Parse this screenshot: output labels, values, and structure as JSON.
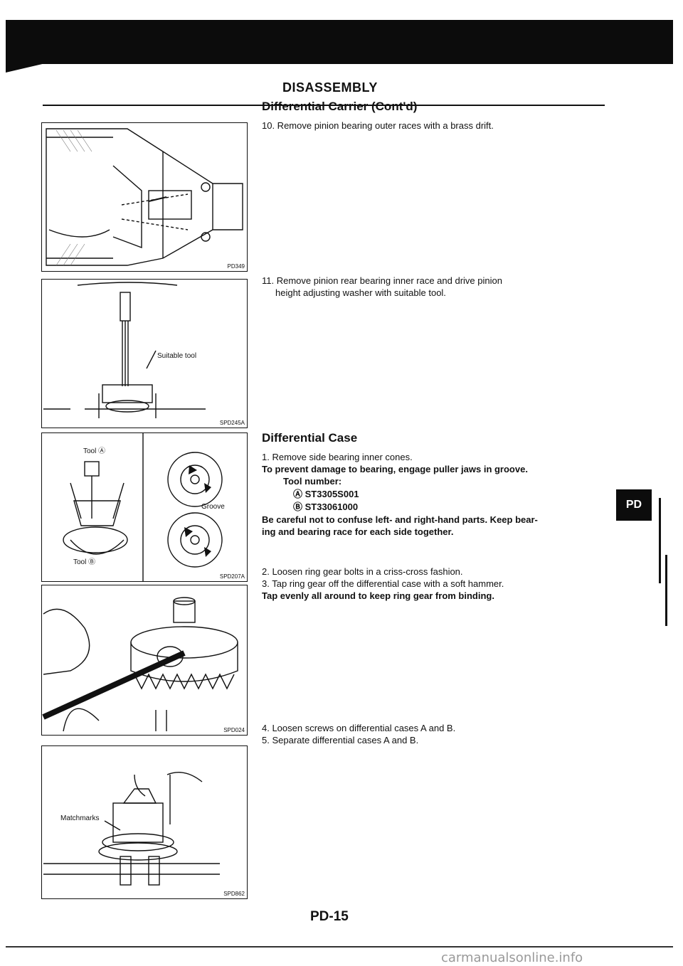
{
  "header": {
    "section": "DISASSEMBLY",
    "subsection": "Differential Carrier (Cont'd)"
  },
  "steps_carrier": [
    "10. Remove pinion bearing outer races with a brass drift.",
    "11. Remove pinion rear bearing inner race and drive pinion",
    "height adjusting washer with suitable tool."
  ],
  "case": {
    "title": "Differential Case",
    "step1": "1. Remove side bearing inner cones.",
    "caution1": "To prevent damage to bearing, engage puller jaws in groove.",
    "tool_label": "Tool number:",
    "tool_a": "ST3305S001",
    "tool_b": "ST33061000",
    "caution2_l1": "Be careful not to confuse left- and right-hand parts. Keep bear-",
    "caution2_l2": "ing and bearing race for each side together.",
    "step2": "2. Loosen ring gear bolts in a criss-cross fashion.",
    "step3": "3. Tap ring gear off the differential case with a soft hammer.",
    "caution3": "Tap evenly all around to keep ring gear from binding.",
    "step4": "4. Loosen screws on differential cases A and B.",
    "step5": "5. Separate differential cases A and B."
  },
  "figures": {
    "f1_code": "PD349",
    "f2_code": "SPD245A",
    "f2_label": "Suitable tool",
    "f3_code": "SPD207A",
    "f3_tool_a": "Tool Ⓐ",
    "f3_tool_b": "Tool Ⓑ",
    "f3_groove": "Groove",
    "f4_code": "SPD024",
    "f5_code": "SPD862",
    "f5_label": "Matchmarks"
  },
  "side_tab": "PD",
  "footer": {
    "page": "PD-15",
    "watermark": "carmanualsonline.info"
  }
}
